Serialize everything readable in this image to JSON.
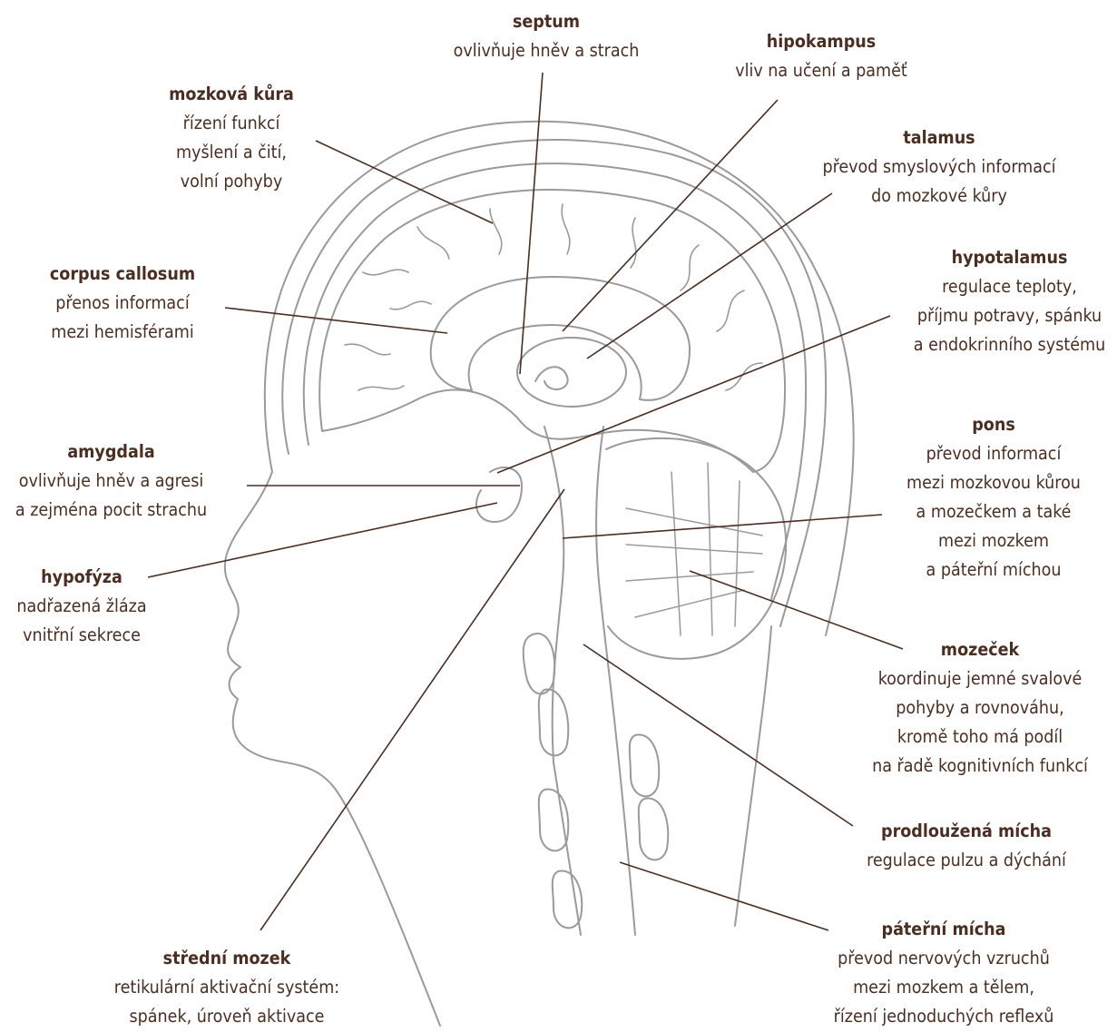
{
  "colors": {
    "text": "#4a2e22",
    "leader": "#4a2e22",
    "drawing": "#9a9a9a"
  },
  "labels": {
    "septum": {
      "title": "septum",
      "lines": [
        "ovlivňuje hněv a strach"
      ]
    },
    "hipokampus": {
      "title": "hipokampus",
      "lines": [
        "vliv na učení a paměť"
      ]
    },
    "mozkova_kura": {
      "title": "mozková kůra",
      "lines": [
        "řízení funkcí",
        "myšlení a čití,",
        "volní pohyby"
      ]
    },
    "talamus": {
      "title": "talamus",
      "lines": [
        "převod smyslových informací",
        "do mozkové kůry"
      ]
    },
    "corpus_callosum": {
      "title": "corpus callosum",
      "lines": [
        "přenos informací",
        "mezi hemisférami"
      ]
    },
    "hypotalamus": {
      "title": "hypotalamus",
      "lines": [
        "regulace teploty,",
        "příjmu potravy, spánku",
        "a endokrinního systému"
      ]
    },
    "amygdala": {
      "title": "amygdala",
      "lines": [
        "ovlivňuje hněv a agresi",
        "a zejména pocit strachu"
      ]
    },
    "pons": {
      "title": "pons",
      "lines": [
        "převod informací",
        "mezi mozkovou kůrou",
        "a mozečkem a také",
        "mezi mozkem",
        "a páteřní míchou"
      ]
    },
    "hypofyza": {
      "title": "hypofýza",
      "lines": [
        "nadřazená žláza",
        "vnitřní sekrece"
      ]
    },
    "mozecek": {
      "title": "mozeček",
      "lines": [
        "koordinuje jemné svalové",
        "pohyby a rovnováhu,",
        "kromě toho má podíl",
        "na řadě kognitivních funkcí"
      ]
    },
    "prodlouzena_micha": {
      "title": "prodloužená mícha",
      "lines": [
        "regulace pulzu a dýchání"
      ]
    },
    "paterni_micha": {
      "title": "páteřní mícha",
      "lines": [
        "převod nervových vzruchů",
        "mezi mozkem a tělem,",
        "řízení jednoduchých reflexů"
      ]
    },
    "stredni_mozek": {
      "title": "střední mozek",
      "lines": [
        "retikulární aktivační systém:",
        "spánek, úroveň aktivace"
      ]
    }
  }
}
